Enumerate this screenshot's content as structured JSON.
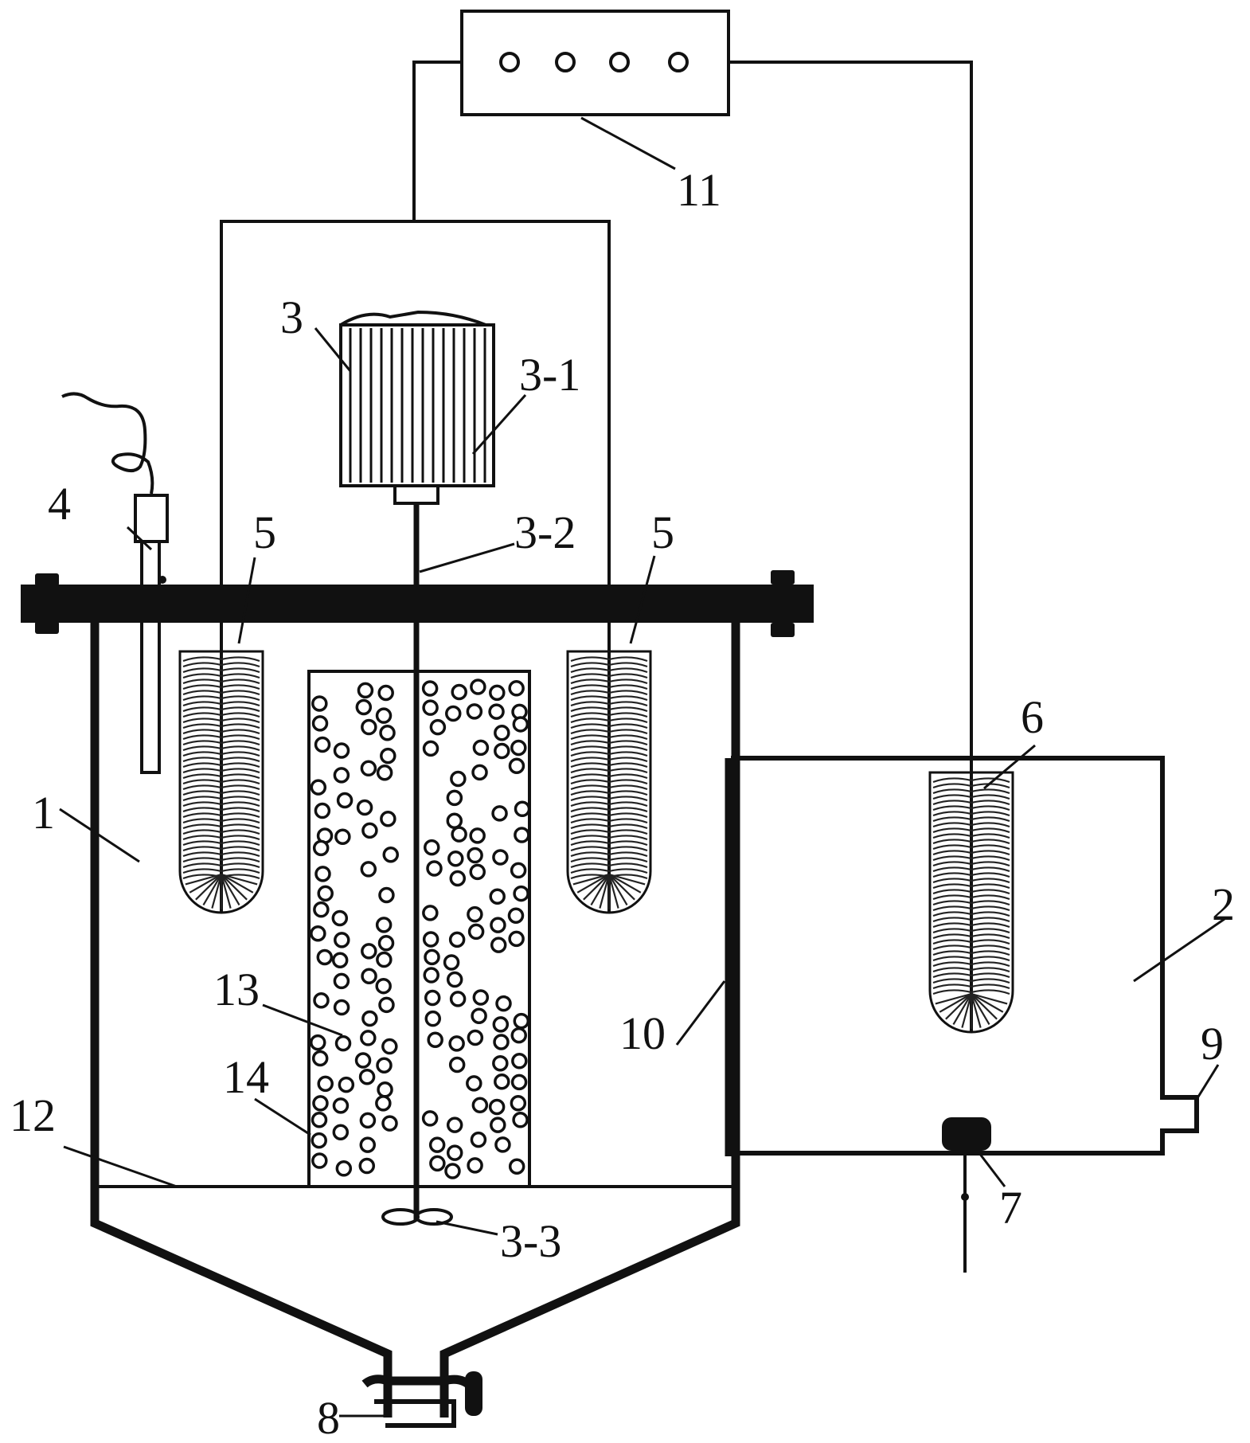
{
  "labels": {
    "c1": "1",
    "c2": "2",
    "c3": "3",
    "c3_1": "3-1",
    "c3_2": "3-2",
    "c3_3": "3-3",
    "c4": "4",
    "c5_left": "5",
    "c5_right": "5",
    "c6": "6",
    "c7": "7",
    "c8": "8",
    "c9": "9",
    "c10": "10",
    "c11": "11",
    "c12": "12",
    "c13": "13",
    "c14": "14"
  },
  "colors": {
    "line": "#111111",
    "background": "#ffffff"
  }
}
